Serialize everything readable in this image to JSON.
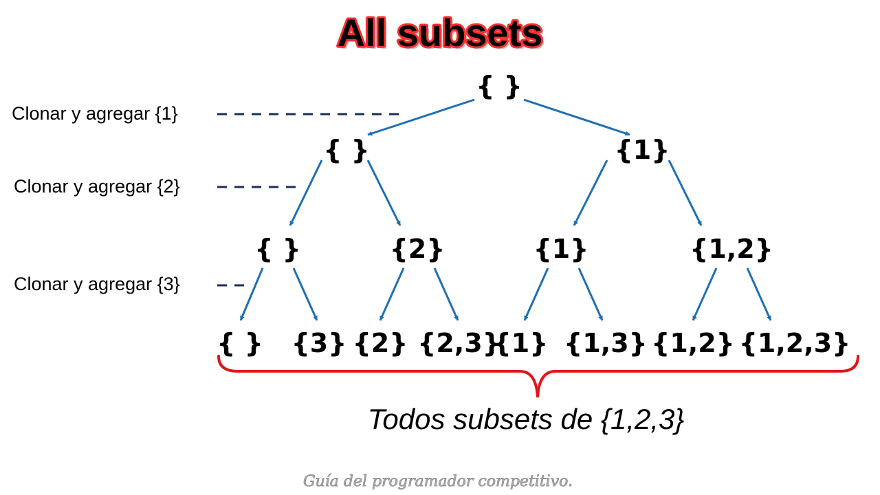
{
  "title": "All subsets",
  "steps": [
    {
      "label": "Clonar y agregar {1}"
    },
    {
      "label": "Clonar y agregar {2}"
    },
    {
      "label": "Clonar y agregar {3}"
    }
  ],
  "tree": {
    "root": "{ }",
    "level1": [
      "{ }",
      "{1}"
    ],
    "level2": [
      "{ }",
      "{2}",
      "{1}",
      "{1,2}"
    ],
    "level3": [
      "{ }",
      "{3}",
      "{2}",
      "{2,3}",
      "{1}",
      "{1,3}",
      "{1,2}",
      "{1,2,3}"
    ]
  },
  "caption": "Todos subsets de {1,2,3}",
  "footer": "Guía del programador competitivo.",
  "colors": {
    "edge": "#1f6fb5",
    "guide": "#1c2d5a",
    "brace": "#e0161a",
    "title_outline": "#ff3030"
  }
}
